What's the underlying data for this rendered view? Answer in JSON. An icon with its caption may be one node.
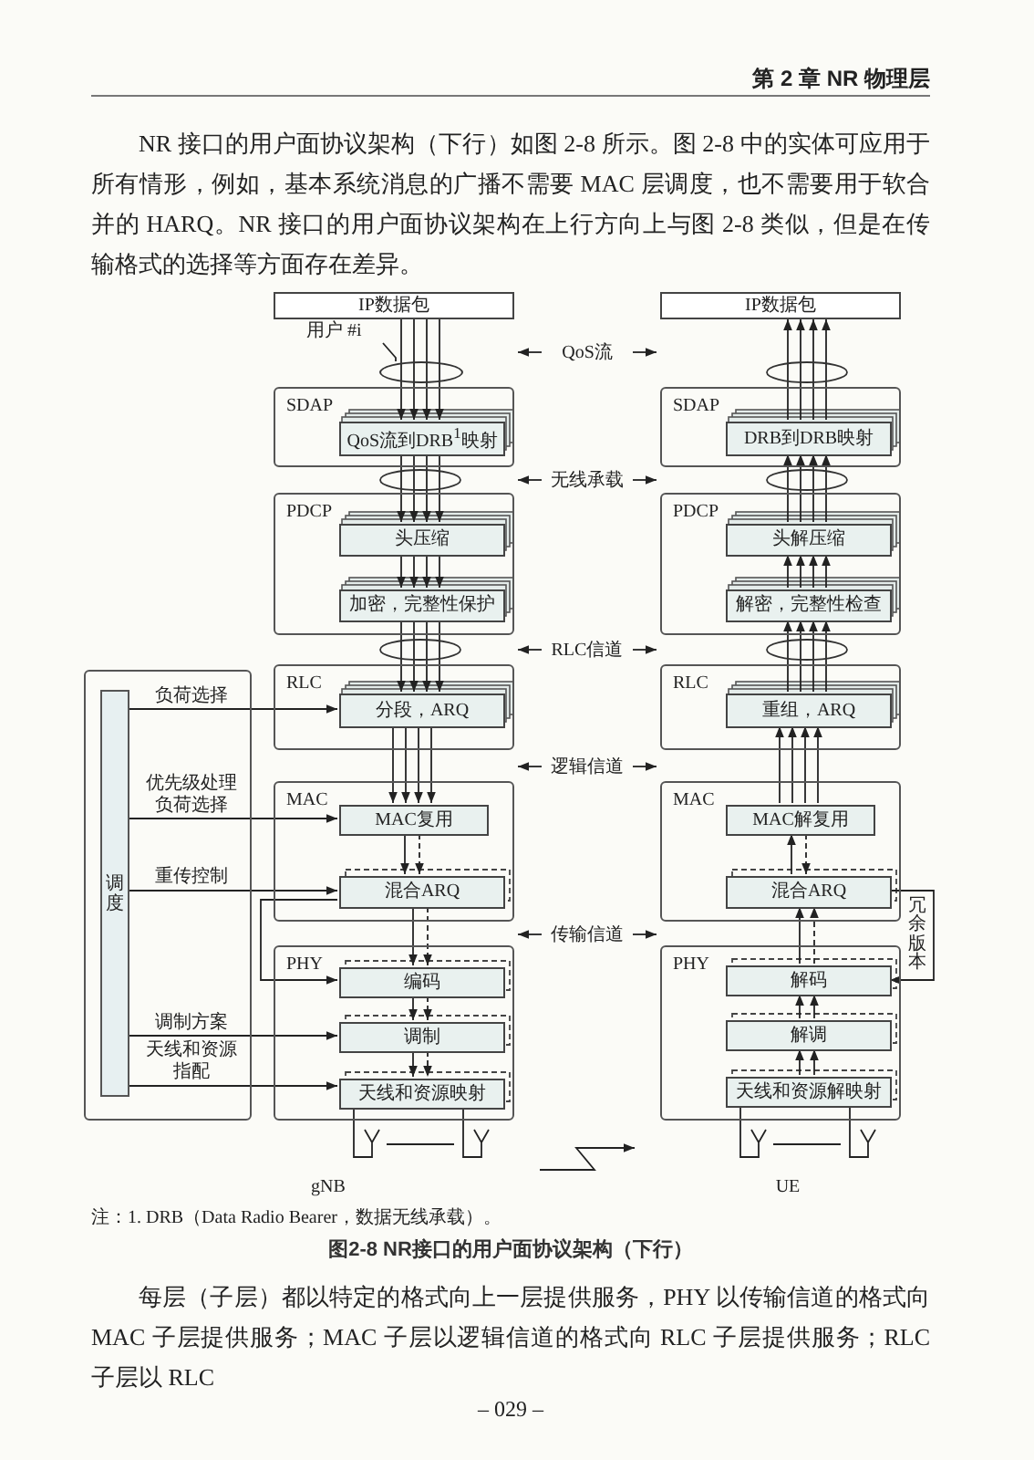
{
  "diagram": {
    "caption": "图2-8 NR接口的用户面协议架构（下行）",
    "nodes": [
      {
        "text": [
          "IP数据包"
        ]
      },
      {
        "text": [
          "IP数据包"
        ]
      },
      {
        "text": [
          "用户 #i"
        ]
      },
      {
        "text": [],
        "shape": "ellipse"
      },
      {
        "text": [
          "SDAP"
        ]
      },
      {
        "text": [
          "QoS流到DRB$^{1}$映射"
        ],
        "in": 4
      },
      {
        "text": [
          "PDCP"
        ]
      },
      {
        "text": [
          "头压缩"
        ],
        "in": 6
      },
      {
        "text": [
          "加密，完整性保护"
        ],
        "in": 6
      },
      {
        "text": [
          "RLC"
        ]
      },
      {
        "text": [
          "分段，ARQ"
        ],
        "in": 9
      },
      {
        "text": [
          "MAC"
        ]
      },
      {
        "text": [
          "MAC复用"
        ],
        "in": 11
      },
      {
        "text": [
          "混合ARQ"
        ],
        "in": 11
      },
      {
        "text": [
          "PHY"
        ]
      },
      {
        "text": [
          "编码"
        ],
        "in": 14
      },
      {
        "text": [
          "调制"
        ],
        "in": 14
      },
      {
        "text": [
          "天线和资源映射"
        ],
        "in": 14
      },
      {
        "text": [],
        "shape": "box"
      },
      {
        "text": [
          "调度"
        ],
        "in": 18
      },
      {
        "text": [
          "SDAP"
        ]
      },
      {
        "text": [
          "DRB到DRB映射"
        ],
        "in": 20
      },
      {
        "text": [
          "PDCP"
        ]
      },
      {
        "text": [
          "头解压缩"
        ],
        "in": 22
      },
      {
        "text": [
          "解密，完整性检查"
        ],
        "in": 22
      },
      {
        "text": [
          "RLC"
        ]
      },
      {
        "text": [
          "重组，ARQ"
        ],
        "in": 25
      },
      {
        "text": [
          "MAC"
        ]
      },
      {
        "text": [
          "MAC解复用"
        ],
        "in": 27
      },
      {
        "text": [
          "混合ARQ"
        ],
        "in": 27
      },
      {
        "text": [
          "PHY"
        ]
      },
      {
        "text": [
          "解码"
        ],
        "in": 30
      },
      {
        "text": [
          "解调"
        ],
        "in": 30
      },
      {
        "text": [
          "天线和资源解映射"
        ],
        "in": 30
      },
      {
        "text": [],
        "shape": "antenna"
      },
      {
        "text": [],
        "shape": "antenna"
      },
      {
        "text": [],
        "shape": "antenna"
      },
      {
        "text": [],
        "shape": "antenna"
      }
    ],
    "edges": [
      {
        "from": 0,
        "to": 5,
        "arrow": "to"
      },
      {
        "from": 0,
        "to": 5,
        "arrow": "to"
      },
      {
        "from": 0,
        "to": 5,
        "arrow": "to"
      },
      {
        "from": 0,
        "to": 5,
        "arrow": "to"
      },
      {
        "from": 5,
        "to": 7,
        "arrow": "to"
      },
      {
        "from": 5,
        "to": 7,
        "arrow": "to"
      },
      {
        "from": 5,
        "to": 7,
        "arrow": "to"
      },
      {
        "from": 5,
        "to": 7,
        "arrow": "to"
      },
      {
        "from": 7,
        "to": 8,
        "arrow": "to"
      },
      {
        "from": 7,
        "to": 8,
        "arrow": "to"
      },
      {
        "from": 7,
        "to": 8,
        "arrow": "to"
      },
      {
        "from": 7,
        "to": 8,
        "arrow": "to"
      },
      {
        "from": 8,
        "to": 10,
        "arrow": "to"
      },
      {
        "from": 8,
        "to": 10,
        "arrow": "to"
      },
      {
        "from": 8,
        "to": 10,
        "arrow": "to"
      },
      {
        "from": 8,
        "to": 10,
        "arrow": "to"
      },
      {
        "from": 10,
        "to": 12,
        "arrow": "to"
      },
      {
        "from": 10,
        "to": 12,
        "arrow": "to"
      },
      {
        "from": 10,
        "to": 12,
        "arrow": "to"
      },
      {
        "from": 10,
        "to": 12,
        "arrow": "to"
      },
      {
        "from": 12,
        "to": 13,
        "arrow": "to"
      },
      {
        "from": 12,
        "to": 13,
        "arrow": "to",
        "style": "dashed"
      },
      {
        "from": 13,
        "to": 15,
        "arrow": "to"
      },
      {
        "from": 13,
        "to": 15,
        "arrow": "to",
        "style": "dashed"
      },
      {
        "from": 15,
        "to": 16,
        "arrow": "to"
      },
      {
        "from": 15,
        "to": 16,
        "arrow": "to",
        "style": "dashed"
      },
      {
        "from": 16,
        "to": 17,
        "arrow": "to"
      },
      {
        "from": 16,
        "to": 17,
        "arrow": "to",
        "style": "dashed"
      },
      {
        "from": 13,
        "to": 15,
        "arrow": "to"
      },
      {
        "from": 19,
        "to": 10,
        "arrow": "to",
        "label": "负荷选择"
      },
      {
        "from": 19,
        "to": 12,
        "arrow": "to",
        "label": "优先级处理负荷选择"
      },
      {
        "from": 19,
        "to": 13,
        "arrow": "to",
        "label": "重传控制"
      },
      {
        "from": 19,
        "to": 16,
        "arrow": "to",
        "label": "调制方案"
      },
      {
        "from": 19,
        "to": 17,
        "arrow": "to",
        "label": "天线和资源指配"
      },
      {
        "from": 2,
        "to": 3,
        "arrow": "none"
      },
      {
        "from": 21,
        "to": 1,
        "arrow": "to"
      },
      {
        "from": 21,
        "to": 1,
        "arrow": "to"
      },
      {
        "from": 21,
        "to": 1,
        "arrow": "to"
      },
      {
        "from": 21,
        "to": 1,
        "arrow": "to"
      },
      {
        "from": 23,
        "to": 21,
        "arrow": "to"
      },
      {
        "from": 23,
        "to": 21,
        "arrow": "to"
      },
      {
        "from": 23,
        "to": 21,
        "arrow": "to"
      },
      {
        "from": 23,
        "to": 21,
        "arrow": "to"
      },
      {
        "from": 24,
        "to": 23,
        "arrow": "to"
      },
      {
        "from": 24,
        "to": 23,
        "arrow": "to"
      },
      {
        "from": 24,
        "to": 23,
        "arrow": "to"
      },
      {
        "from": 24,
        "to": 23,
        "arrow": "to"
      },
      {
        "from": 26,
        "to": 24,
        "arrow": "to"
      },
      {
        "from": 26,
        "to": 24,
        "arrow": "to"
      },
      {
        "from": 26,
        "to": 24,
        "arrow": "to"
      },
      {
        "from": 26,
        "to": 24,
        "arrow": "to"
      },
      {
        "from": 28,
        "to": 26,
        "arrow": "to"
      },
      {
        "from": 28,
        "to": 26,
        "arrow": "to"
      },
      {
        "from": 28,
        "to": 26,
        "arrow": "to"
      },
      {
        "from": 28,
        "to": 26,
        "arrow": "to"
      },
      {
        "from": 29,
        "to": 28,
        "arrow": "to"
      },
      {
        "from": 28,
        "to": 29,
        "arrow": "to",
        "style": "dashed"
      },
      {
        "from": 31,
        "to": 29,
        "arrow": "to"
      },
      {
        "from": 31,
        "to": 29,
        "arrow": "to",
        "style": "dashed"
      },
      {
        "from": 32,
        "to": 31,
        "arrow": "to"
      },
      {
        "from": 32,
        "to": 31,
        "arrow": "to"
      },
      {
        "from": 33,
        "to": 32,
        "arrow": "to"
      },
      {
        "from": 33,
        "to": 32,
        "arrow": "to"
      },
      {
        "from": 29,
        "to": 31,
        "arrow": "to",
        "label": "冗余版本"
      },
      {
        "from": 17,
        "to": 34,
        "arrow": "none"
      },
      {
        "from": 17,
        "to": 35,
        "arrow": "none"
      },
      {
        "from": 33,
        "to": 36,
        "arrow": "none"
      },
      {
        "from": 33,
        "to": 37,
        "arrow": "none"
      }
    ],
    "labels": [
      "第 2 章 NR 物理层",
      "NR 接口的用户面协议架构（下行）如图 2-8 所示。图 2-8 中的实体可应用于所有情形，例如，基本系统消息的广播不需要 MAC 层调度，也不需要用于软合并的 HARQ。NR 接口的用户面协议架构在上行方向上与图 2-8 类似，但是在传输格式的选择等方面存在差异。",
      "QoS流",
      "无线承载",
      "RLC信道",
      "逻辑信道",
      "传输信道",
      "gNB",
      "UE",
      "注：1. DRB（Data Radio Bearer，数据无线承载）。",
      "每层（子层）都以特定的格式向上一层提供服务，PHY 以传输信道的格式向 MAC 子层提供服务；MAC 子层以逻辑信道的格式向 RLC 子层提供服务；RLC 子层以 RLC",
      "– 029 –"
    ]
  }
}
